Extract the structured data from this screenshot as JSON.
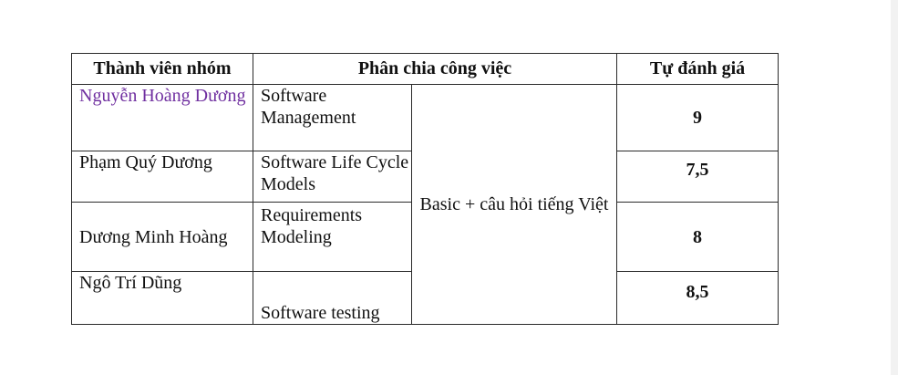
{
  "table": {
    "headers": {
      "member": "Thành viên nhóm",
      "work": "Phân chia công việc",
      "self_eval": "Tự đánh giá"
    },
    "shared_work": "Basic + câu hỏi tiếng Việt",
    "rows": [
      {
        "member": "Nguyễn Hoàng Dương",
        "work": "Software Management",
        "score": "9"
      },
      {
        "member": "Phạm Quý Dương",
        "work": "Software Life Cycle Models",
        "score": "7,5"
      },
      {
        "member": "Dương Minh Hoàng",
        "work": "Requirements Modeling",
        "score": "8"
      },
      {
        "member": "Ngô Trí Dũng",
        "work": "Software testing",
        "score": "8,5"
      }
    ],
    "colors": {
      "highlight_member": "#7030a0",
      "text": "#111111",
      "border": "#2a2a2a"
    }
  }
}
